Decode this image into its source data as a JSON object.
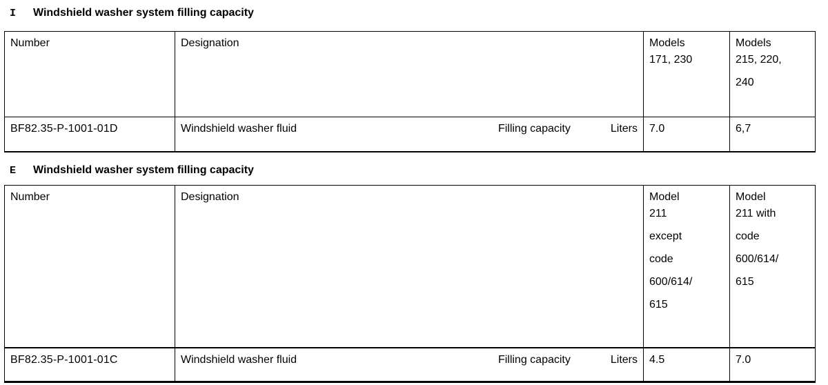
{
  "document": {
    "sections": [
      {
        "chapter": "I",
        "title": "Windshield washer system filling capacity",
        "headers": {
          "number": "Number",
          "designation": "Designation",
          "model_a_top": "Models\n171, 230",
          "model_b_top": "Models\n215, 220,",
          "model_b_rest": "240"
        },
        "row": {
          "number": "BF82.35-P-1001-01D",
          "designation": "Windshield washer fluid",
          "property": "Filling capacity",
          "unit": "Liters",
          "value_a": "7.0",
          "value_b": "6,7"
        }
      },
      {
        "chapter": "E",
        "title": "Windshield washer system filling capacity",
        "headers": {
          "number": "Number",
          "designation": "Designation",
          "model_a_top": "Model\n211",
          "model_a_rest": "except\ncode\n600/614/\n615",
          "model_b_top": "Model\n211 with",
          "model_b_rest": "code\n600/614/\n615"
        },
        "row": {
          "number": "BF82.35-P-1001-01C",
          "designation": "Windshield washer fluid",
          "property": "Filling capacity",
          "unit": "Liters",
          "value_a": "4.5",
          "value_b": "7.0"
        }
      }
    ]
  }
}
